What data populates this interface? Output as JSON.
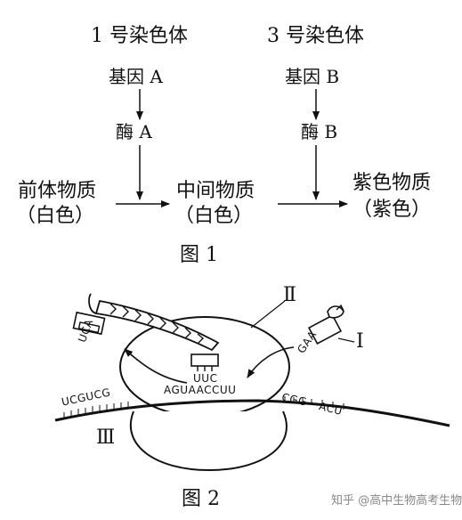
{
  "fig1": {
    "chrom1": "1 号染色体",
    "chrom3": "3 号染色体",
    "geneA": "基因 A",
    "geneB": "基因 B",
    "enzymeA": "酶 A",
    "enzymeB": "酶 B",
    "precursor": "前体物质",
    "precursor_color": "（白色）",
    "intermediate": "中间物质",
    "intermediate_color": "（白色）",
    "purple": "紫色物质",
    "purple_color": "（紫色）",
    "caption": "图 1"
  },
  "fig2": {
    "label_I": "Ⅰ",
    "label_II": "Ⅱ",
    "label_III": "Ⅲ",
    "trna_left_anticodon": "UCA",
    "trna_center_anticodon": "UUC",
    "trna_right_anticodon": "GAA",
    "mrna_inside": "AGUAACCUU",
    "mrna_left": "UCGUCG",
    "mrna_right_1": "CGG",
    "mrna_right_2": "ACU",
    "caption": "图 2"
  },
  "watermark": "知乎 @高中生物高考生物"
}
